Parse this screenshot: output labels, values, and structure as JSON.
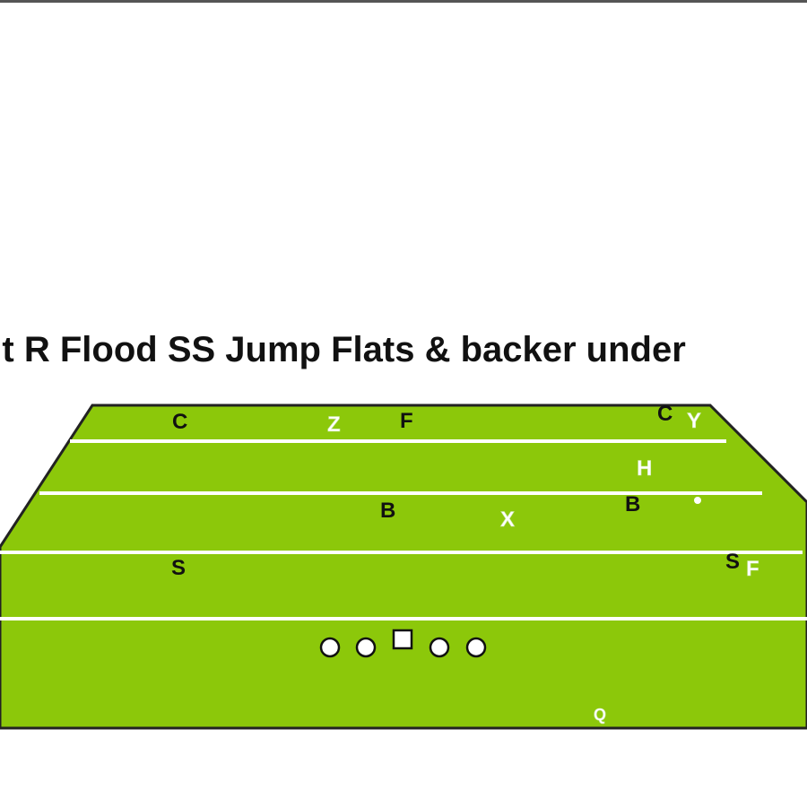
{
  "title": "nt R Flood SS Jump Flats & backer under",
  "colors": {
    "field": "#8cc80a",
    "field_edge": "#222222",
    "yard_line": "#ffffff",
    "defense_label": "#111111",
    "offense_label": "#ffffff"
  },
  "defense": {
    "corner_left": "C",
    "free_safety": "F",
    "corner_right": "C",
    "backer_left": "B",
    "backer_right": "B",
    "strong_safety_left": "S",
    "strong_safety_right": "S"
  },
  "offense": {
    "z_receiver": "Z",
    "y_receiver": "Y",
    "h_back": "H",
    "x_receiver": "X",
    "f_back": "F",
    "quarterback": "Q"
  }
}
